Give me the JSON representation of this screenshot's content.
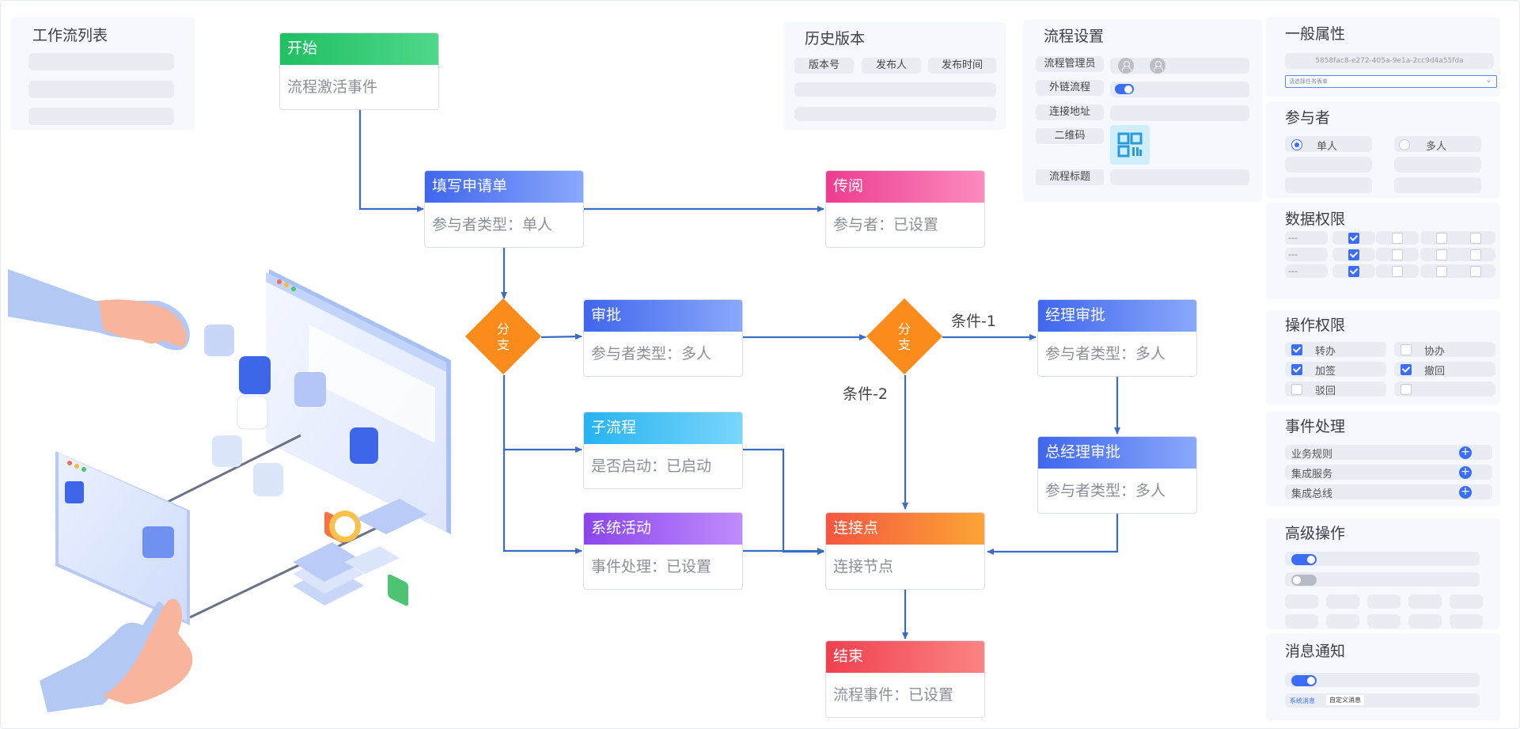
{
  "workflow_list": {
    "title": "工作流列表"
  },
  "history": {
    "title": "历史版本",
    "columns": [
      "版本号",
      "发布人",
      "发布时间"
    ]
  },
  "process_settings": {
    "title": "流程设置",
    "labels": [
      "流程管理员",
      "外链流程",
      "连接地址",
      "二维码",
      "流程标题"
    ],
    "external_link_on": true
  },
  "properties": {
    "title": "一般属性",
    "id_value": "5858fac8-e272-405a-9e1a-2cc9d4a55fda",
    "select_placeholder": "请选择任务表单",
    "participants": {
      "title": "参与者",
      "options": [
        "单人",
        "多人"
      ],
      "selected": "单人"
    },
    "data_permissions": {
      "title": "数据权限",
      "rows": [
        {
          "label": "---",
          "checks": [
            true,
            false,
            false
          ]
        },
        {
          "label": "---",
          "checks": [
            true,
            false,
            false
          ]
        },
        {
          "label": "---",
          "checks": [
            true,
            false,
            false
          ]
        }
      ]
    },
    "operation_permissions": {
      "title": "操作权限",
      "items": [
        {
          "label": "转办",
          "checked": true
        },
        {
          "label": "协办",
          "checked": false
        },
        {
          "label": "加签",
          "checked": true
        },
        {
          "label": "撤回",
          "checked": true
        },
        {
          "label": "驳回",
          "checked": false
        },
        {
          "label": "",
          "checked": false
        }
      ]
    },
    "event_handling": {
      "title": "事件处理",
      "items": [
        "业务规则",
        "集成服务",
        "集成总线"
      ]
    },
    "advanced": {
      "title": "高级操作",
      "toggles": [
        true,
        false
      ]
    },
    "notification": {
      "title": "消息通知",
      "toggle": true,
      "tabs": [
        "系统消息",
        "自定义消息"
      ]
    }
  },
  "flow": {
    "nodes": {
      "start": {
        "title": "开始",
        "body": "流程激活事件",
        "color_from": "#1fbf62",
        "color_to": "#4fd88a"
      },
      "form": {
        "title": "填写申请单",
        "body": "参与者类型：单人",
        "color_from": "#3f66ee",
        "color_to": "#8aa8fb"
      },
      "circulate": {
        "title": "传阅",
        "body": "参与者：已设置",
        "color_from": "#ee3c8f",
        "color_to": "#fb8bbe"
      },
      "approve": {
        "title": "审批",
        "body": "参与者类型：多人",
        "color_from": "#3f66ee",
        "color_to": "#8aa8fb"
      },
      "subflow": {
        "title": "子流程",
        "body": "是否启动：已启动",
        "color_from": "#27b3f0",
        "color_to": "#78d6fb"
      },
      "system": {
        "title": "系统活动",
        "body": "事件处理：已设置",
        "color_from": "#8a45ec",
        "color_to": "#bf8cfb"
      },
      "manager": {
        "title": "经理审批",
        "body": "参与者类型：多人",
        "color_from": "#3f66ee",
        "color_to": "#8aa8fb"
      },
      "gm": {
        "title": "总经理审批",
        "body": "参与者类型：多人",
        "color_from": "#3f66ee",
        "color_to": "#8aa8fb"
      },
      "connect": {
        "title": "连接点",
        "body": "连接节点",
        "color_from": "#f5563f",
        "color_to": "#fca535"
      },
      "end": {
        "title": "结束",
        "body": "流程事件：已设置",
        "color_from": "#f0404e",
        "color_to": "#fb8484"
      }
    },
    "branch_label": "分支",
    "branch_label_chars": [
      "分",
      "支"
    ],
    "conditions": [
      "条件-1",
      "条件-2"
    ],
    "line_color": "#3c6bc6"
  }
}
